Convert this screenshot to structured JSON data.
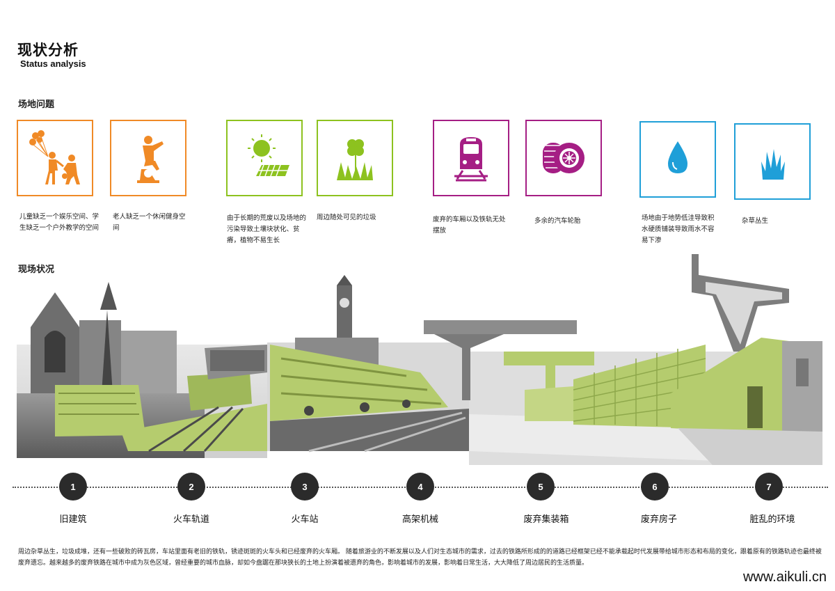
{
  "header": {
    "title_cn": "现状分析",
    "title_en": "Status analysis"
  },
  "sections": {
    "problems": "场地问题",
    "current": "现场状况"
  },
  "colors": {
    "orange": "#f08a26",
    "green": "#8dc21f",
    "magenta": "#a51e84",
    "blue": "#1f9fd8",
    "photo_green": "#b5cc6e"
  },
  "problems": [
    {
      "icon": "children-balloon-icon",
      "caption": "儿童缺乏一个娱乐空间、学生缺乏一个户外教学的空间"
    },
    {
      "icon": "elderly-exercise-icon",
      "caption": "老人缺乏一个休闲健身空间"
    },
    {
      "icon": "solar-panel-icon",
      "caption": "由于长期的荒废以及场地的污染导致土壤块状化、贫瘠，植物不易生长"
    },
    {
      "icon": "clover-plant-icon",
      "caption": "周边随处可见的垃圾"
    },
    {
      "icon": "train-icon",
      "caption": "废弃的车厢以及铁轨无处摆放"
    },
    {
      "icon": "car-tire-icon",
      "caption": "多余的汽车轮胎"
    },
    {
      "icon": "water-drop-icon",
      "caption": "场地由于地势低洼导致积水硬质铺装导致雨水不容易下渗"
    },
    {
      "icon": "grass-weed-icon",
      "caption": "杂草丛生"
    }
  ],
  "timeline": [
    {
      "num": "1",
      "label": "旧建筑"
    },
    {
      "num": "2",
      "label": "火车轨道"
    },
    {
      "num": "3",
      "label": "火车站"
    },
    {
      "num": "4",
      "label": "高架机械"
    },
    {
      "num": "5",
      "label": "废弃集装箱"
    },
    {
      "num": "6",
      "label": "废弃房子"
    },
    {
      "num": "7",
      "label": "脏乱的环境"
    }
  ],
  "description": "周边杂草丛生，垃圾成堆，还有一些破败的砖瓦房，车站里面有老旧的铁轨，锈迹斑斑的火车头和已经废弃的火车厢。 随着旅游业的不断发展以及人们对生态城市的需求，过去的铁路所形成的的道路已经框架已经不能承载起时代发展带给城市形态和布局的变化，跟着原有的铁路轨迹也最终被废弃遗忘。越来越多的废弃铁路在城市中成为灰色区域，曾经重要的城市血脉，却如今盘踞在那块狭长的土地上扮演着被遗弃的角色，影响着城市的发展，影响着日常生活，大大降低了周边居民的生活质量。",
  "footer": "www.aikuli.cn"
}
